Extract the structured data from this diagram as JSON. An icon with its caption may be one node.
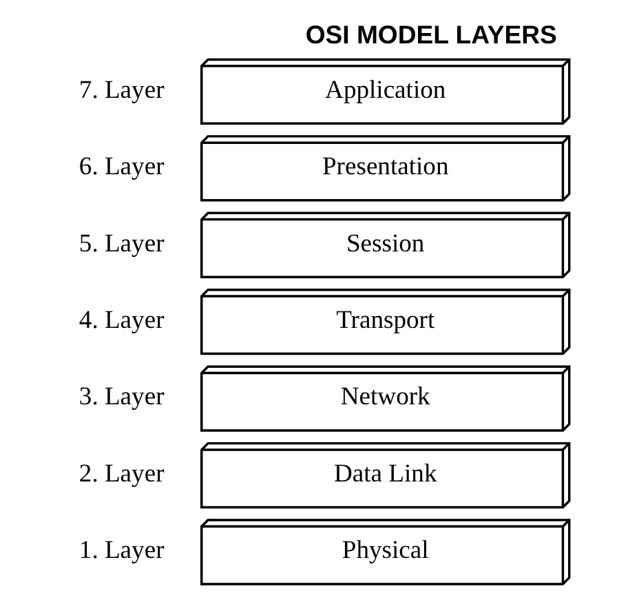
{
  "diagram": {
    "title": "OSI MODEL LAYERS",
    "nodes": [
      {
        "text": [
          "Application"
        ],
        "beside": [
          "7. Layer"
        ]
      },
      {
        "text": [
          "Presentation"
        ],
        "beside": [
          "6. Layer"
        ]
      },
      {
        "text": [
          "Session"
        ],
        "beside": [
          "5. Layer"
        ]
      },
      {
        "text": [
          "Transport"
        ],
        "beside": [
          "4. Layer"
        ]
      },
      {
        "text": [
          "Network"
        ],
        "beside": [
          "3. Layer"
        ]
      },
      {
        "text": [
          "Data Link"
        ],
        "beside": [
          "2. Layer"
        ]
      },
      {
        "text": [
          "Physical"
        ],
        "beside": [
          "1. Layer"
        ]
      }
    ],
    "edges": []
  }
}
